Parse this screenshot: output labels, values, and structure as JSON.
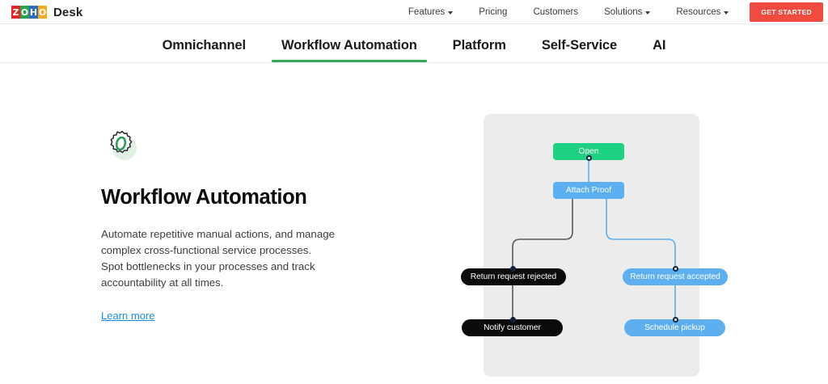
{
  "header": {
    "brand_name": "Desk",
    "logo_letters": [
      "Z",
      "O",
      "H",
      "O"
    ],
    "nav": [
      {
        "label": "Features",
        "has_caret": true
      },
      {
        "label": "Pricing",
        "has_caret": false
      },
      {
        "label": "Customers",
        "has_caret": false
      },
      {
        "label": "Solutions",
        "has_caret": true
      },
      {
        "label": "Resources",
        "has_caret": true
      }
    ],
    "cta_label": "GET STARTED",
    "cta_color": "#f04b40"
  },
  "tabs": [
    {
      "label": "Omnichannel",
      "active": false
    },
    {
      "label": "Workflow Automation",
      "active": true
    },
    {
      "label": "Platform",
      "active": false
    },
    {
      "label": "Self-Service",
      "active": false
    },
    {
      "label": "AI",
      "active": false
    }
  ],
  "tab_accent_color": "#3aa85a",
  "feature": {
    "icon_name": "gear-icon",
    "title": "Workflow Automation",
    "body": "Automate repetitive manual actions, and manage complex cross-functional service processes. Spot bottlenecks in your processes and track accountability at all times.",
    "link_label": "Learn more",
    "link_color": "#1a8fe3"
  },
  "diagram": {
    "panel_color": "#ececec",
    "nodes": [
      {
        "id": "open",
        "label": "Open",
        "color": "#1fd182",
        "style": "green",
        "shape": "rect"
      },
      {
        "id": "attach",
        "label": "Attach Proof",
        "color": "#5dafef",
        "style": "blue",
        "shape": "rect"
      },
      {
        "id": "rejected",
        "label": "Return request rejected",
        "color": "#0b0b0b",
        "style": "dark",
        "shape": "pill"
      },
      {
        "id": "accepted",
        "label": "Return request accepted",
        "color": "#5dafef",
        "style": "blue",
        "shape": "pill"
      },
      {
        "id": "notify",
        "label": "Notify customer",
        "color": "#0b0b0b",
        "style": "dark",
        "shape": "pill"
      },
      {
        "id": "pickup",
        "label": "Schedule pickup",
        "color": "#5dafef",
        "style": "blue",
        "shape": "pill"
      }
    ],
    "edges": [
      {
        "from": "open",
        "to": "attach",
        "color": "#5dafef"
      },
      {
        "from": "attach",
        "to": "rejected",
        "color": "#5a5a5a"
      },
      {
        "from": "attach",
        "to": "accepted",
        "color": "#5dafef"
      },
      {
        "from": "rejected",
        "to": "notify",
        "color": "#5a5a5a"
      },
      {
        "from": "accepted",
        "to": "pickup",
        "color": "#5dafef"
      }
    ]
  }
}
